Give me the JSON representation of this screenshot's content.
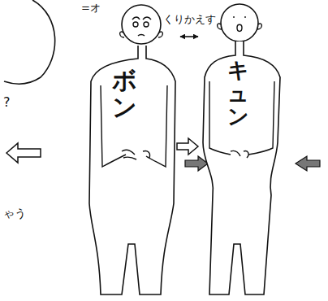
{
  "diagram": {
    "nodes": [
      {
        "text": [
          "ボン"
        ]
      },
      {
        "text": [
          "キュン"
        ]
      }
    ],
    "edges": [
      {
        "from": 0,
        "to": 1,
        "arrow": "both",
        "label": "くりかえす"
      }
    ],
    "labels": [
      "=オ",
      "?",
      "ゃう"
    ]
  }
}
